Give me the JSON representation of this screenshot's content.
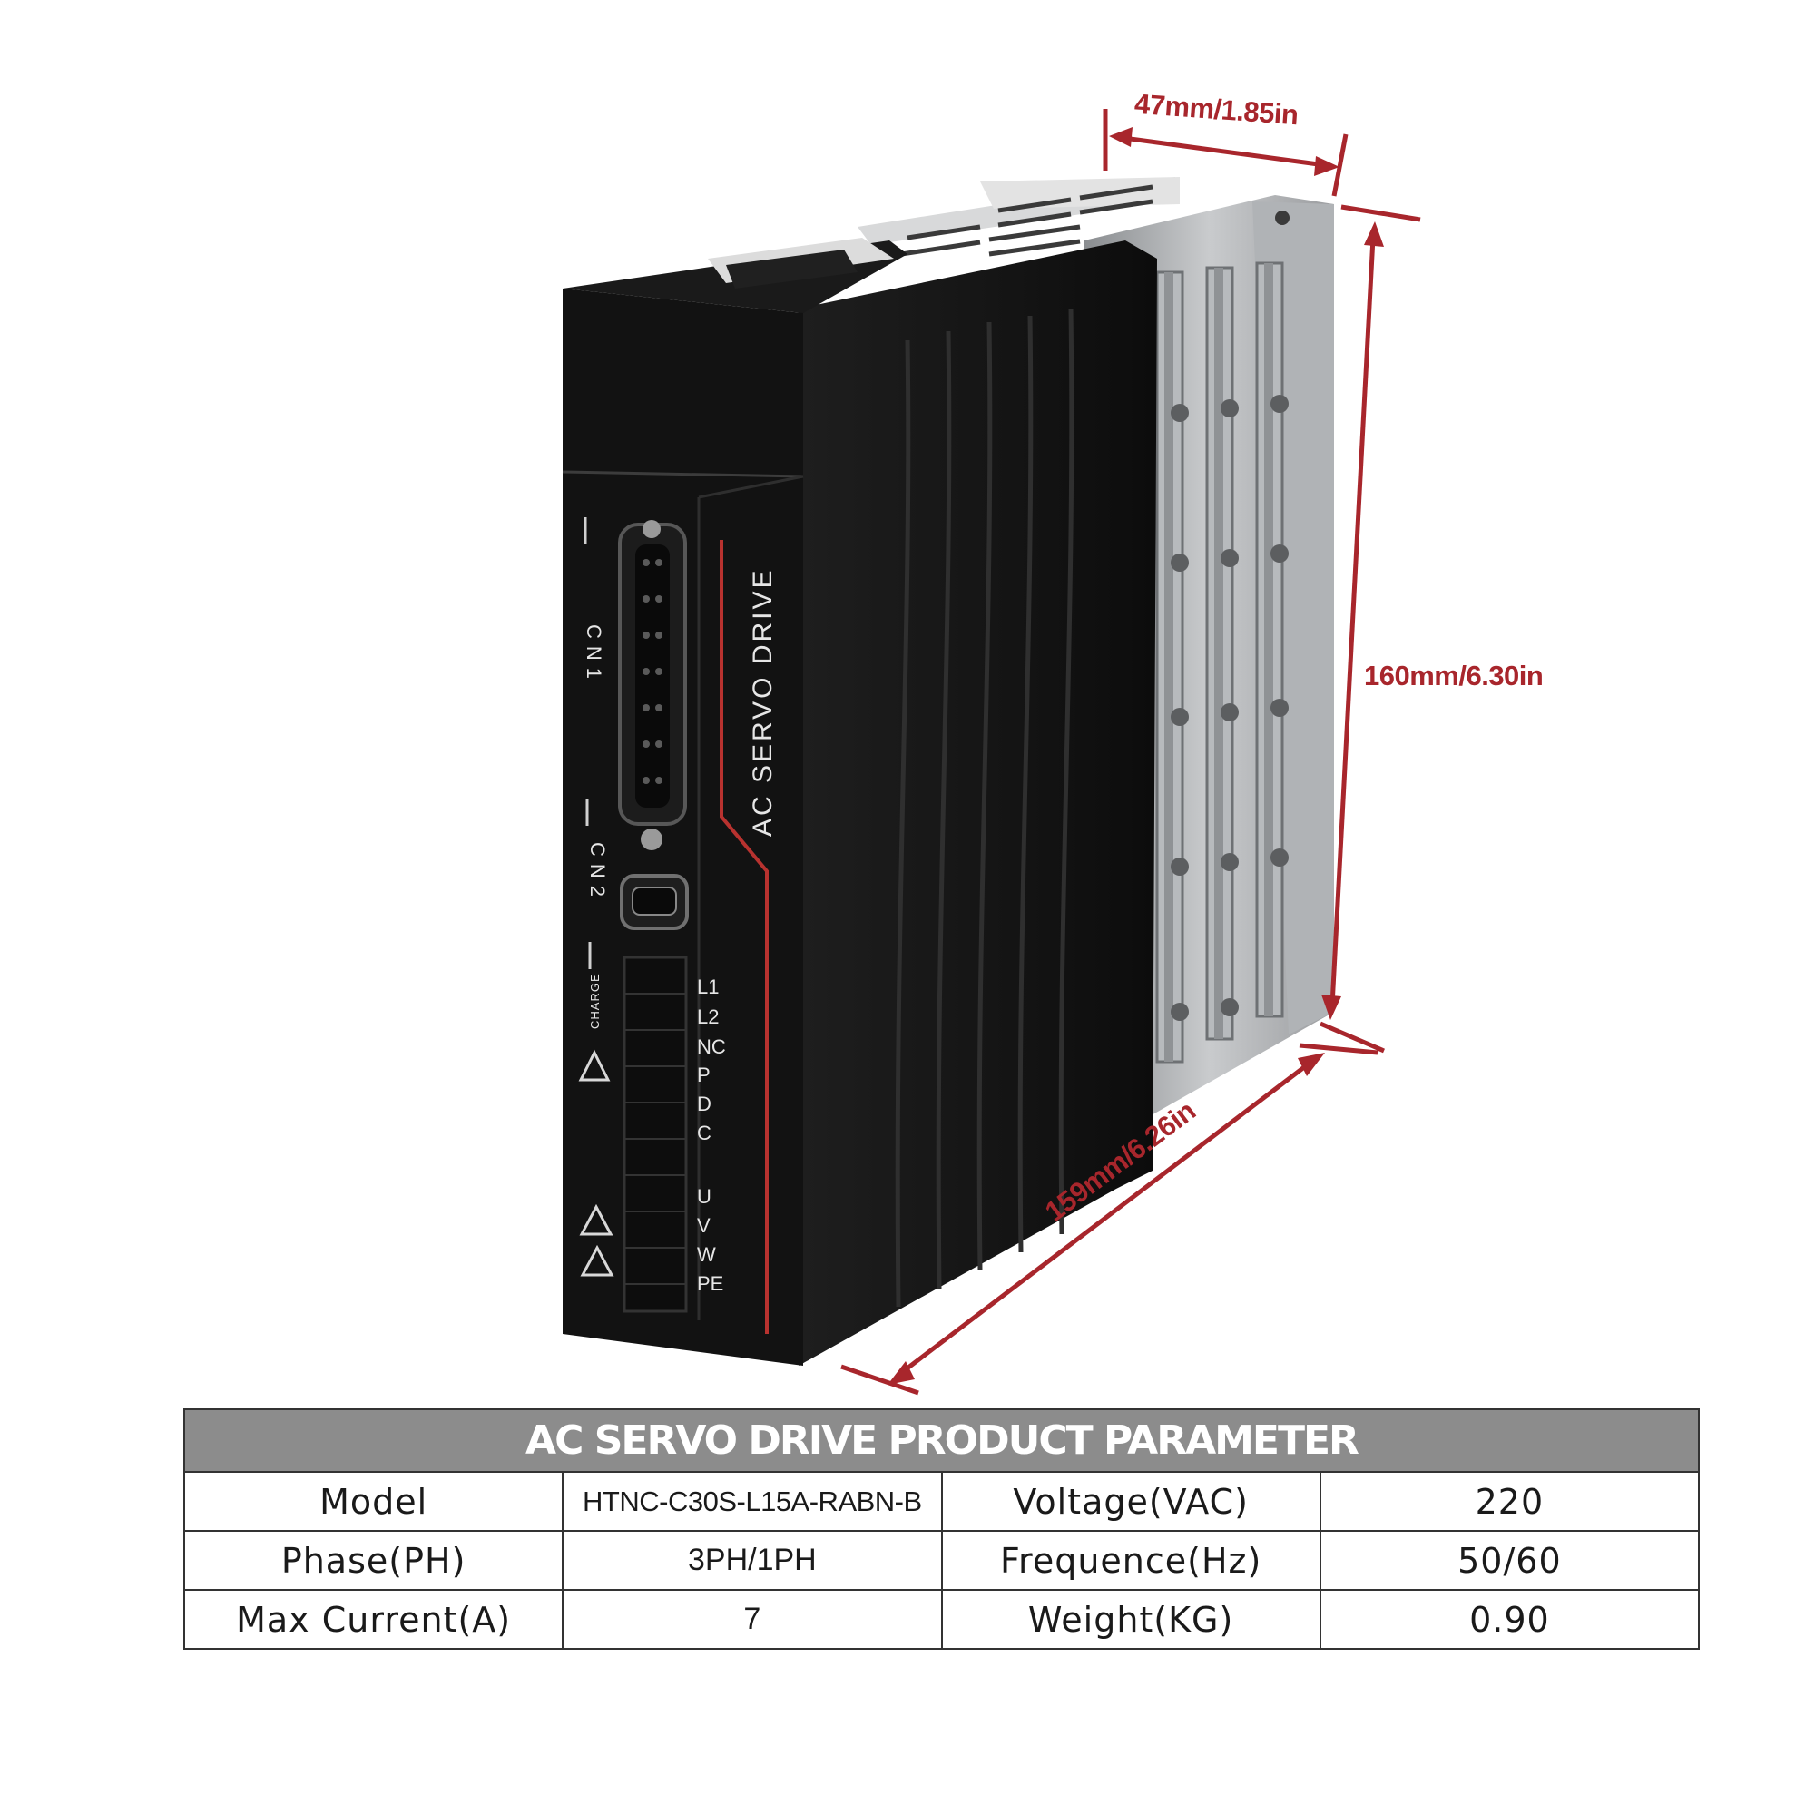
{
  "dimensions": {
    "width_label": "47mm/1.85in",
    "height_label": "160mm/6.30in",
    "depth_label": "159mm/6.26in"
  },
  "device": {
    "brand_text": "AC SERVO DRIVE",
    "connector_cn1": "CN1",
    "connector_cn2": "CN2",
    "charge_label": "CHARGE",
    "terminals": [
      "L1",
      "L2",
      "NC",
      "P",
      "D",
      "C",
      "U",
      "V",
      "W",
      "PE"
    ]
  },
  "table": {
    "title": "AC SERVO DRIVE PRODUCT PARAMETER",
    "rows": [
      {
        "k1": "Model",
        "v1": "HTNC-C30S-L15A-RABN-B",
        "k2": "Voltage(VAC)",
        "v2": "220"
      },
      {
        "k1": "Phase(PH)",
        "v1": "3PH/1PH",
        "k2": "Frequence(Hz)",
        "v2": "50/60"
      },
      {
        "k1": "Max Current(A)",
        "v1": "7",
        "k2": "Weight(KG)",
        "v2": "0.90"
      }
    ]
  },
  "colors": {
    "dimension_red": "#a8262c",
    "table_header_gray": "#8c8c8c",
    "device_black": "#141414"
  }
}
